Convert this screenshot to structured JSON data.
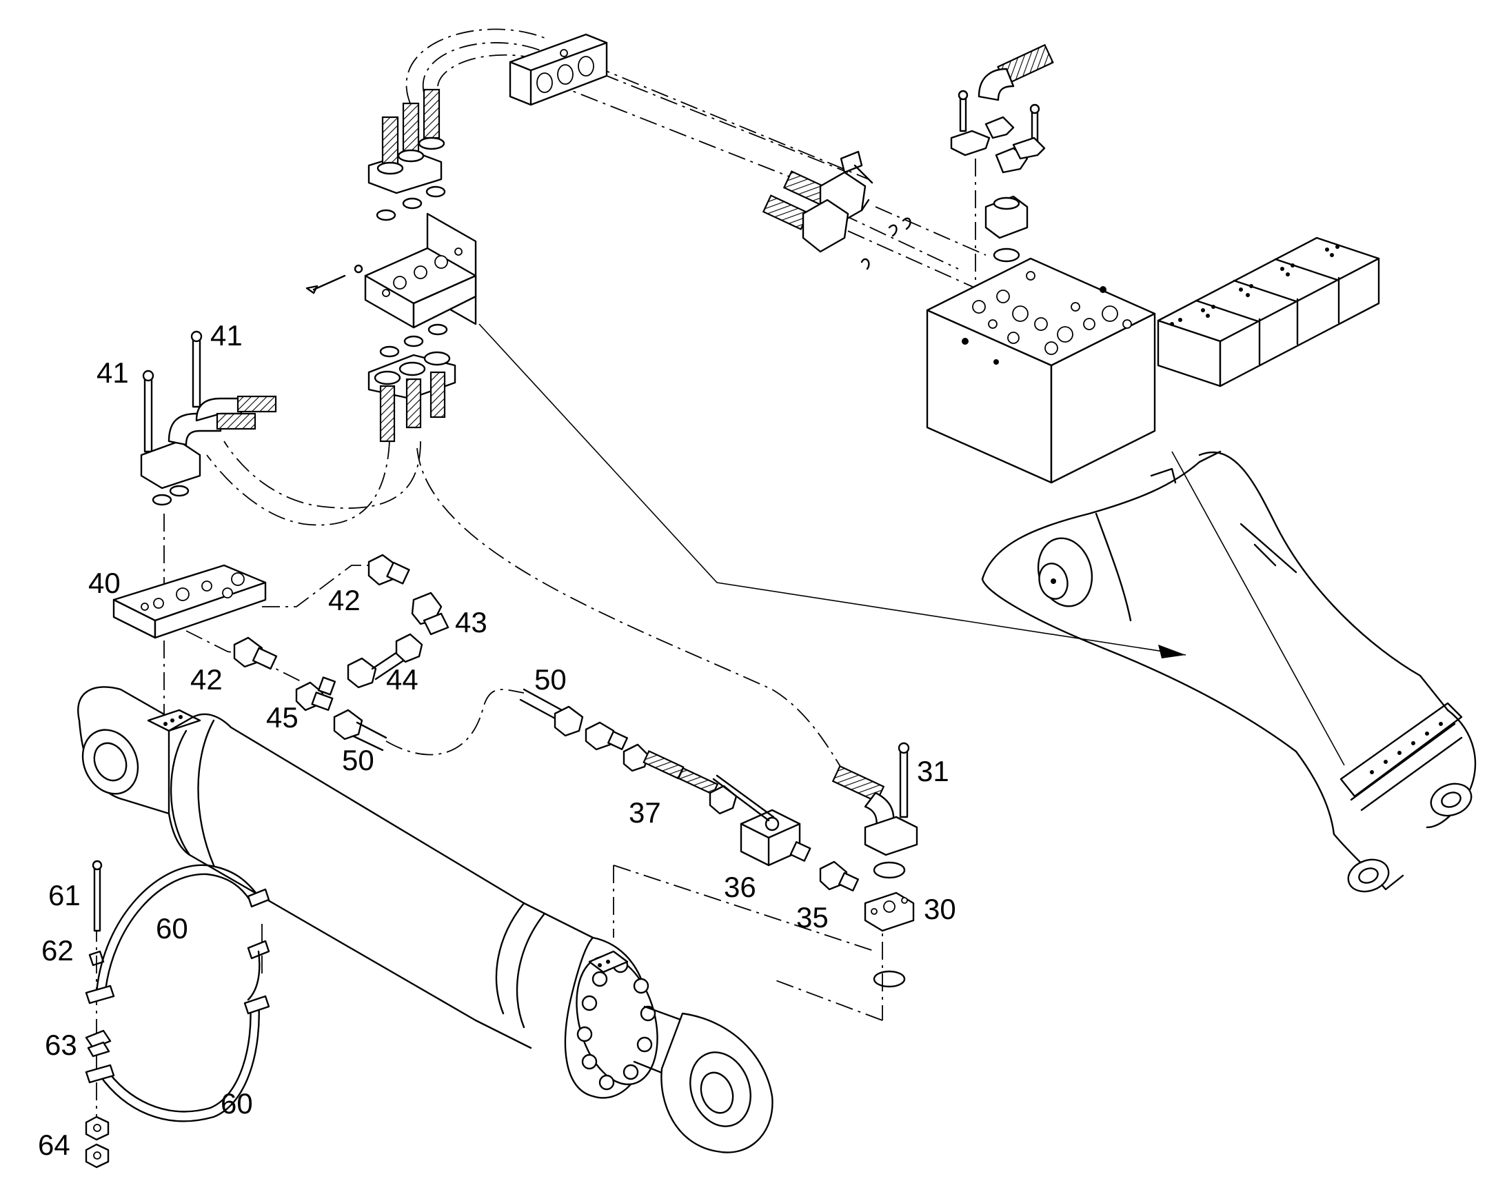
{
  "colors": {
    "ink": "#000000",
    "paper": "#ffffff"
  },
  "callouts": {
    "c30": "30",
    "c31": "31",
    "c35": "35",
    "c36": "36",
    "c37": "37",
    "c40": "40",
    "c41a": "41",
    "c41b": "41",
    "c42a": "42",
    "c42b": "42",
    "c43": "43",
    "c44": "44",
    "c45": "45",
    "c50a": "50",
    "c50b": "50",
    "c60a": "60",
    "c60b": "60",
    "c61": "61",
    "c62": "62",
    "c63": "63",
    "c64": "64"
  }
}
